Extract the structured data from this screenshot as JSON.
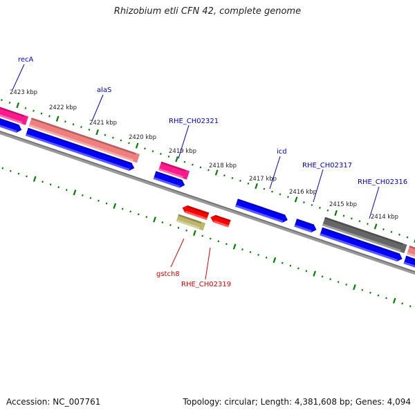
{
  "title": "Rhizobium etli CFN 42, complete genome",
  "footer": {
    "accession": "Accession: NC_007761",
    "summary": "Topology: circular; Length: 4,381,608 bp; Genes: 4,094"
  },
  "colors": {
    "forward_cds": "#0000ff",
    "reverse_cds": "#ff0000",
    "trna_pink": "#ff1a8c",
    "salmon": "#f08080",
    "gray_gene": "#666666",
    "khaki": "#bdb76b",
    "tick_green": "#008000",
    "backbone": "#808080",
    "label_blue": "#0000cc",
    "label_red": "#dd0000"
  },
  "scale": {
    "unit": "kbp",
    "labels": [
      "2423 kbp",
      "2422 kbp",
      "2421 kbp",
      "2420 kbp",
      "2419 kbp",
      "2418 kbp",
      "2417 kbp",
      "2416 kbp",
      "2415 kbp",
      "2414 kbp"
    ]
  },
  "gene_labels": [
    {
      "name": "recA",
      "strand": "forward"
    },
    {
      "name": "alaS",
      "strand": "forward"
    },
    {
      "name": "RHE_CH02321",
      "strand": "forward"
    },
    {
      "name": "icd",
      "strand": "forward"
    },
    {
      "name": "RHE_CH02317",
      "strand": "forward"
    },
    {
      "name": "RHE_CH02316",
      "strand": "forward"
    },
    {
      "name": "gstch8",
      "strand": "reverse"
    },
    {
      "name": "RHE_CH02319",
      "strand": "reverse"
    }
  ],
  "features": {
    "upper_row": [
      {
        "type": "pink",
        "start": -40,
        "end": 32
      },
      {
        "type": "salmon",
        "start": 37,
        "end": 202
      },
      {
        "type": "pink",
        "start": 235,
        "end": 278
      },
      {
        "type": "gray",
        "start": 485,
        "end": 610
      },
      {
        "type": "salmon",
        "start": 614,
        "end": 700
      }
    ],
    "forward_row": [
      {
        "start": -40,
        "end": 29
      },
      {
        "start": 37,
        "end": 201
      },
      {
        "start": 232,
        "end": 278
      },
      {
        "start": 357,
        "end": 435
      },
      {
        "start": 447,
        "end": 479
      },
      {
        "start": 486,
        "end": 610
      },
      {
        "start": 614,
        "end": 700
      }
    ],
    "reverse_row": [
      {
        "start": 285,
        "end": 324
      },
      {
        "start": 328,
        "end": 357
      }
    ],
    "khaki_row": [
      {
        "start": 283,
        "end": 324
      }
    ]
  }
}
